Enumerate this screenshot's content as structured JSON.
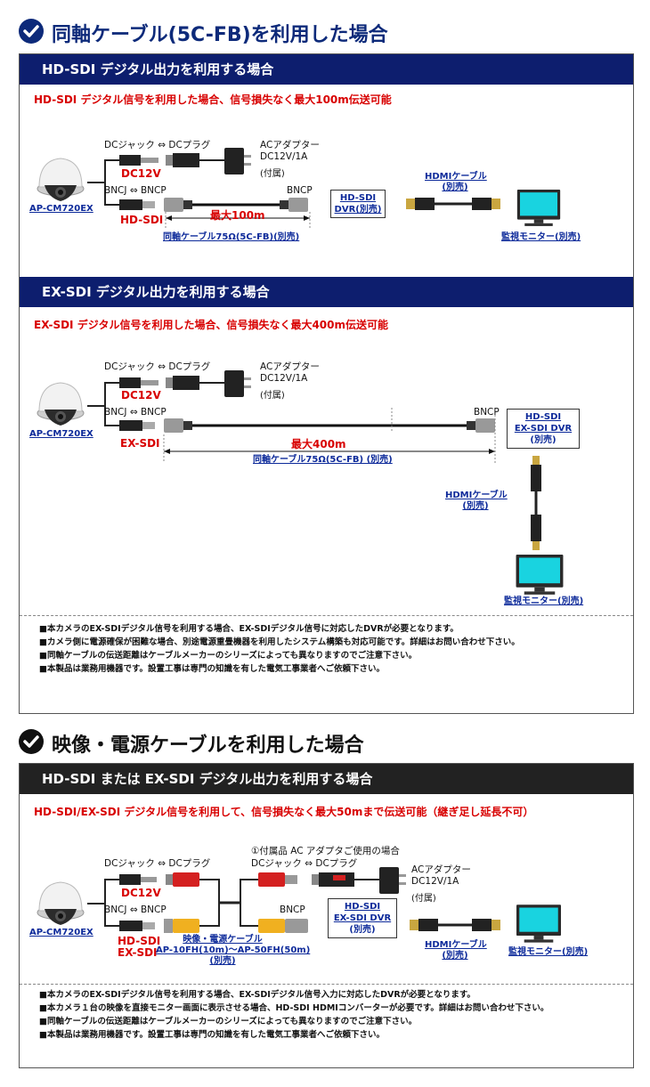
{
  "sections": [
    {
      "title": "同軸ケーブル(5C-FB)を利用した場合",
      "blocks": [
        {
          "bar": "HD-SDI デジタル出力を利用する場合",
          "headline": "HD-SDI デジタル信号を利用した場合、信号損失なく最大100m伝送可能",
          "camera": "AP-CM720EX",
          "dc_jack": "DCジャック ⇔ DCプラグ",
          "dc12v": "DC12V",
          "ac_adapter": "ACアダプター",
          "ac_spec": "DC12V/1A",
          "ac_included": "(付属)",
          "bnc_left": "BNCJ ⇔ BNCP",
          "bnc_right": "BNCP",
          "sdi_label": "HD-SDI",
          "distance": "最大100m",
          "cable": "同軸ケーブル75Ω(5C-FB)(別売)",
          "dvr_line1": "HD-SDI",
          "dvr_line2": "DVR(別売)",
          "hdmi_line1": "HDMIケーブル",
          "hdmi_line2": "(別売)",
          "monitor": "監視モニター(別売)"
        },
        {
          "bar": "EX-SDI デジタル出力を利用する場合",
          "headline": "EX-SDI デジタル信号を利用した場合、信号損失なく最大400m伝送可能",
          "camera": "AP-CM720EX",
          "dc_jack": "DCジャック ⇔ DCプラグ",
          "dc12v": "DC12V",
          "ac_adapter": "ACアダプター",
          "ac_spec": "DC12V/1A",
          "ac_included": "(付属)",
          "bnc_left": "BNCJ ⇔ BNCP",
          "bnc_right": "BNCP",
          "sdi_label": "EX-SDI",
          "distance": "最大400m",
          "cable": "同軸ケーブル75Ω(5C-FB) (別売)",
          "dvr_line1": "HD-SDI",
          "dvr_line2": "EX-SDI DVR",
          "dvr_line3": "(別売)",
          "hdmi_line1": "HDMIケーブル",
          "hdmi_line2": "(別売)",
          "monitor": "監視モニター(別売)"
        }
      ],
      "notes": [
        "■本カメラのEX-SDIデジタル信号を利用する場合、EX-SDIデジタル信号に対応したDVRが必要となります。",
        "■カメラ側に電源確保が困難な場合、別途電源重畳機器を利用したシステム構築も対応可能です。詳細はお問い合わせ下さい。",
        "■同軸ケーブルの伝送距離はケーブルメーカーのシリーズによっても異なりますのでご注意下さい。",
        "■本製品は業務用機器です。設置工事は専門の知識を有した電気工事業者へご依頼下さい。"
      ]
    },
    {
      "title": "映像・電源ケーブルを利用した場合",
      "block": {
        "bar": "HD-SDI または EX-SDI デジタル出力を利用する場合",
        "headline": "HD-SDI/EX-SDI デジタル信号を利用して、信号損失なく最大50mまで伝送可能（継ぎ足し延長不可）",
        "camera": "AP-CM720EX",
        "dc_jack": "DCジャック ⇔ DCプラグ",
        "dc12v": "DC12V",
        "bnc_left": "BNCJ ⇔ BNCP",
        "sdi_label1": "HD-SDI",
        "sdi_label2": "EX-SDI",
        "cable_title": "映像・電源ケーブル",
        "cable_models": "AP-10FH(10m)～AP-50FH(50m)",
        "cable_sale": "(別売)",
        "accessory_note": "①付属品 AC アダプタご使用の場合",
        "dc_jack2": "DCジャック ⇔ DCプラグ",
        "ac_adapter": "ACアダプター",
        "ac_spec": "DC12V/1A",
        "ac_included": "(付属)",
        "bnc_right": "BNCP",
        "dvr_line1": "HD-SDI",
        "dvr_line2": "EX-SDI DVR",
        "dvr_line3": "(別売)",
        "hdmi_line1": "HDMIケーブル",
        "hdmi_line2": "(別売)",
        "monitor": "監視モニター(別売)"
      },
      "notes": [
        "■本カメラのEX-SDIデジタル信号を利用する場合、EX-SDIデジタル信号入力に対応したDVRが必要となります。",
        "■本カメラ１台の映像を直接モニター画面に表示させる場合、HD-SDI HDMIコンバーターが必要です。詳細はお問い合わせ下さい。",
        "■同軸ケーブルの伝送距離はケーブルメーカーのシリーズによっても異なりますのでご注意下さい。",
        "■本製品は業務用機器です。設置工事は専門の知識を有した電気工事業者へご依頼下さい。"
      ]
    }
  ],
  "colors": {
    "navy": "#0d1e6e",
    "accent_blue": "#0d2a7a",
    "red": "#d80000",
    "dark_bar": "#222222",
    "monitor_screen": "#19d3e0"
  },
  "icons": [
    "check-badge-icon",
    "dome-camera-icon",
    "dc-plug-icon",
    "ac-adapter-icon",
    "bnc-connector-icon",
    "hdmi-connector-icon",
    "monitor-icon",
    "rca-connector-icon"
  ]
}
